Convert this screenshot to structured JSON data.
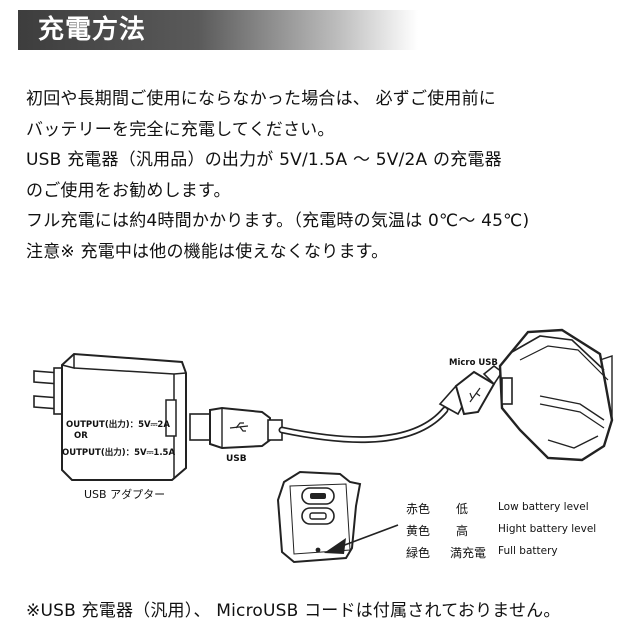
{
  "header": {
    "title": "充電方法"
  },
  "body": {
    "lines": [
      "初回や長期間ご使用にならなかった場合は、 必ずご使用前に",
      "バッテリーを完全に充電してください。",
      "USB 充電器（汎用品）の出力が 5V/1.5A ～ 5V/2A の充電器",
      "のご使用をお勧めします。",
      "フル充電には約4時間かかります。（充電時の気温は 0℃～ 45℃)",
      "注意※ 充電中は他の機能は使えなくなります。"
    ]
  },
  "diagram": {
    "adapter_output_1": "OUTPUT(出力)：5V⎓2A",
    "adapter_or": "OR",
    "adapter_output_2": "OUTPUT(出力)：5V⎓1.5A",
    "adapter_label": "USB アダプター",
    "usb_label": "USB",
    "micro_usb_label": "Micro USB",
    "usb_symbol": "⭍",
    "indicator": [
      {
        "color_name": "赤色",
        "level": "低",
        "english": "Low battery level"
      },
      {
        "color_name": "黄色",
        "level": "高",
        "english": "Hight battery level"
      },
      {
        "color_name": "緑色",
        "level": "満充電",
        "english": "Full battery"
      }
    ]
  },
  "footer": {
    "note": "※USB 充電器（汎用）、 MicroUSB コードは付属されておりません。"
  }
}
